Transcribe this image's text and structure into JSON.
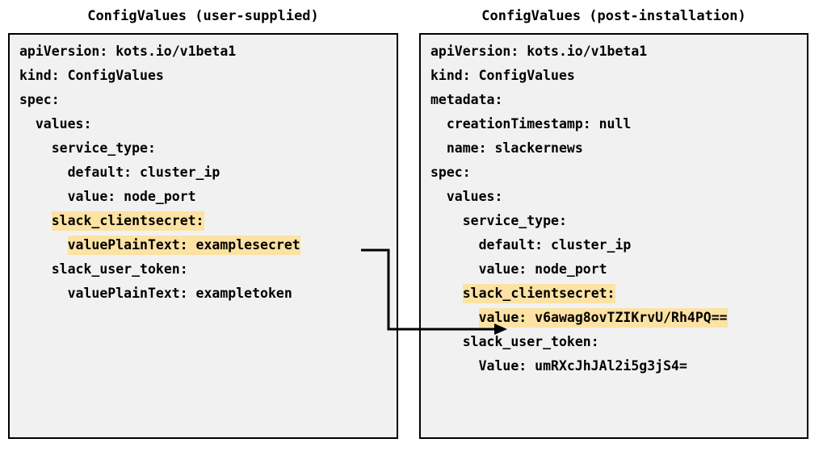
{
  "diagram": {
    "type": "two-panel-yaml-comparison",
    "highlight_color": "#fce2a3",
    "box_border_color": "#000000",
    "box_background": "#f1f1f1",
    "connector": {
      "label": "",
      "from": "left.lines.8 (valuePlainText: examplesecret)",
      "to": "right.lines.11 (value: v6awag8ovTZIKrvU/Rh4PQ==)",
      "style": "elbow-arrow"
    }
  },
  "left": {
    "title": "ConfigValues (user-supplied)",
    "lines": [
      {
        "text": "apiVersion: kots.io/v1beta1",
        "indent": 0,
        "highlight": false
      },
      {
        "text": "kind: ConfigValues",
        "indent": 0,
        "highlight": false
      },
      {
        "text": "spec:",
        "indent": 0,
        "highlight": false
      },
      {
        "text": "  values:",
        "indent": 1,
        "highlight": false
      },
      {
        "text": "    service_type:",
        "indent": 2,
        "highlight": false
      },
      {
        "text": "      default: cluster_ip",
        "indent": 3,
        "highlight": false
      },
      {
        "text": "      value: node_port",
        "indent": 3,
        "highlight": false
      },
      {
        "text": "    slack_clientsecret:",
        "indent": 2,
        "highlight": true
      },
      {
        "text": "      valuePlainText: examplesecret",
        "indent": 3,
        "highlight": true
      },
      {
        "text": "    slack_user_token:",
        "indent": 2,
        "highlight": false
      },
      {
        "text": "      valuePlainText: exampletoken",
        "indent": 3,
        "highlight": false
      }
    ]
  },
  "right": {
    "title": "ConfigValues (post-installation)",
    "lines": [
      {
        "text": "apiVersion: kots.io/v1beta1",
        "indent": 0,
        "highlight": false
      },
      {
        "text": "kind: ConfigValues",
        "indent": 0,
        "highlight": false
      },
      {
        "text": "metadata:",
        "indent": 0,
        "highlight": false
      },
      {
        "text": "  creationTimestamp: null",
        "indent": 1,
        "highlight": false
      },
      {
        "text": "  name: slackernews",
        "indent": 1,
        "highlight": false
      },
      {
        "text": "spec:",
        "indent": 0,
        "highlight": false
      },
      {
        "text": "  values:",
        "indent": 1,
        "highlight": false
      },
      {
        "text": "    service_type:",
        "indent": 2,
        "highlight": false
      },
      {
        "text": "      default: cluster_ip",
        "indent": 3,
        "highlight": false
      },
      {
        "text": "      value: node_port",
        "indent": 3,
        "highlight": false
      },
      {
        "text": "    slack_clientsecret:",
        "indent": 2,
        "highlight": true
      },
      {
        "text": "      value: v6awag8ovTZIKrvU/Rh4PQ==",
        "indent": 3,
        "highlight": true
      },
      {
        "text": "    slack_user_token:",
        "indent": 2,
        "highlight": false
      },
      {
        "text": "      Value: umRXcJhJAl2i5g3jS4=",
        "indent": 3,
        "highlight": false
      }
    ]
  }
}
